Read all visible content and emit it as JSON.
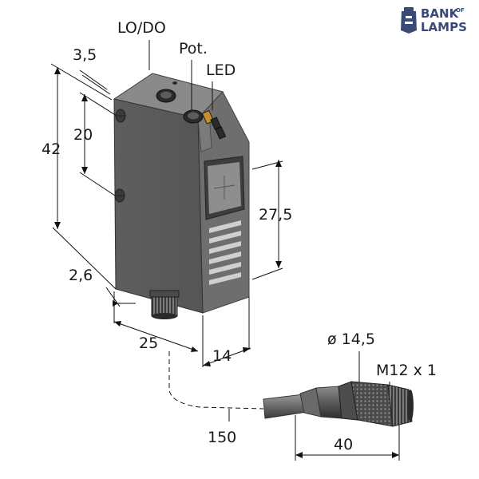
{
  "logo": {
    "line1": "BANK",
    "superscript": "OF",
    "line2": "LAMPS"
  },
  "labels": {
    "lo_do": "LO/DO",
    "pot": "Pot.",
    "led": "LED"
  },
  "dimensions": {
    "d_3_5": "3,5",
    "d_42": "42",
    "d_20": "20",
    "d_27_5": "27,5",
    "d_2_6": "2,6",
    "d_25": "25",
    "d_14": "14",
    "d_150": "150",
    "d_dia": "ø 14,5",
    "d_m12": "M12 x 1",
    "d_40": "40"
  },
  "colors": {
    "housing_front": "#5b5b5b",
    "housing_top": "#8a8a8a",
    "housing_side": "#6c6c6c",
    "logo": "#3a4a78"
  }
}
